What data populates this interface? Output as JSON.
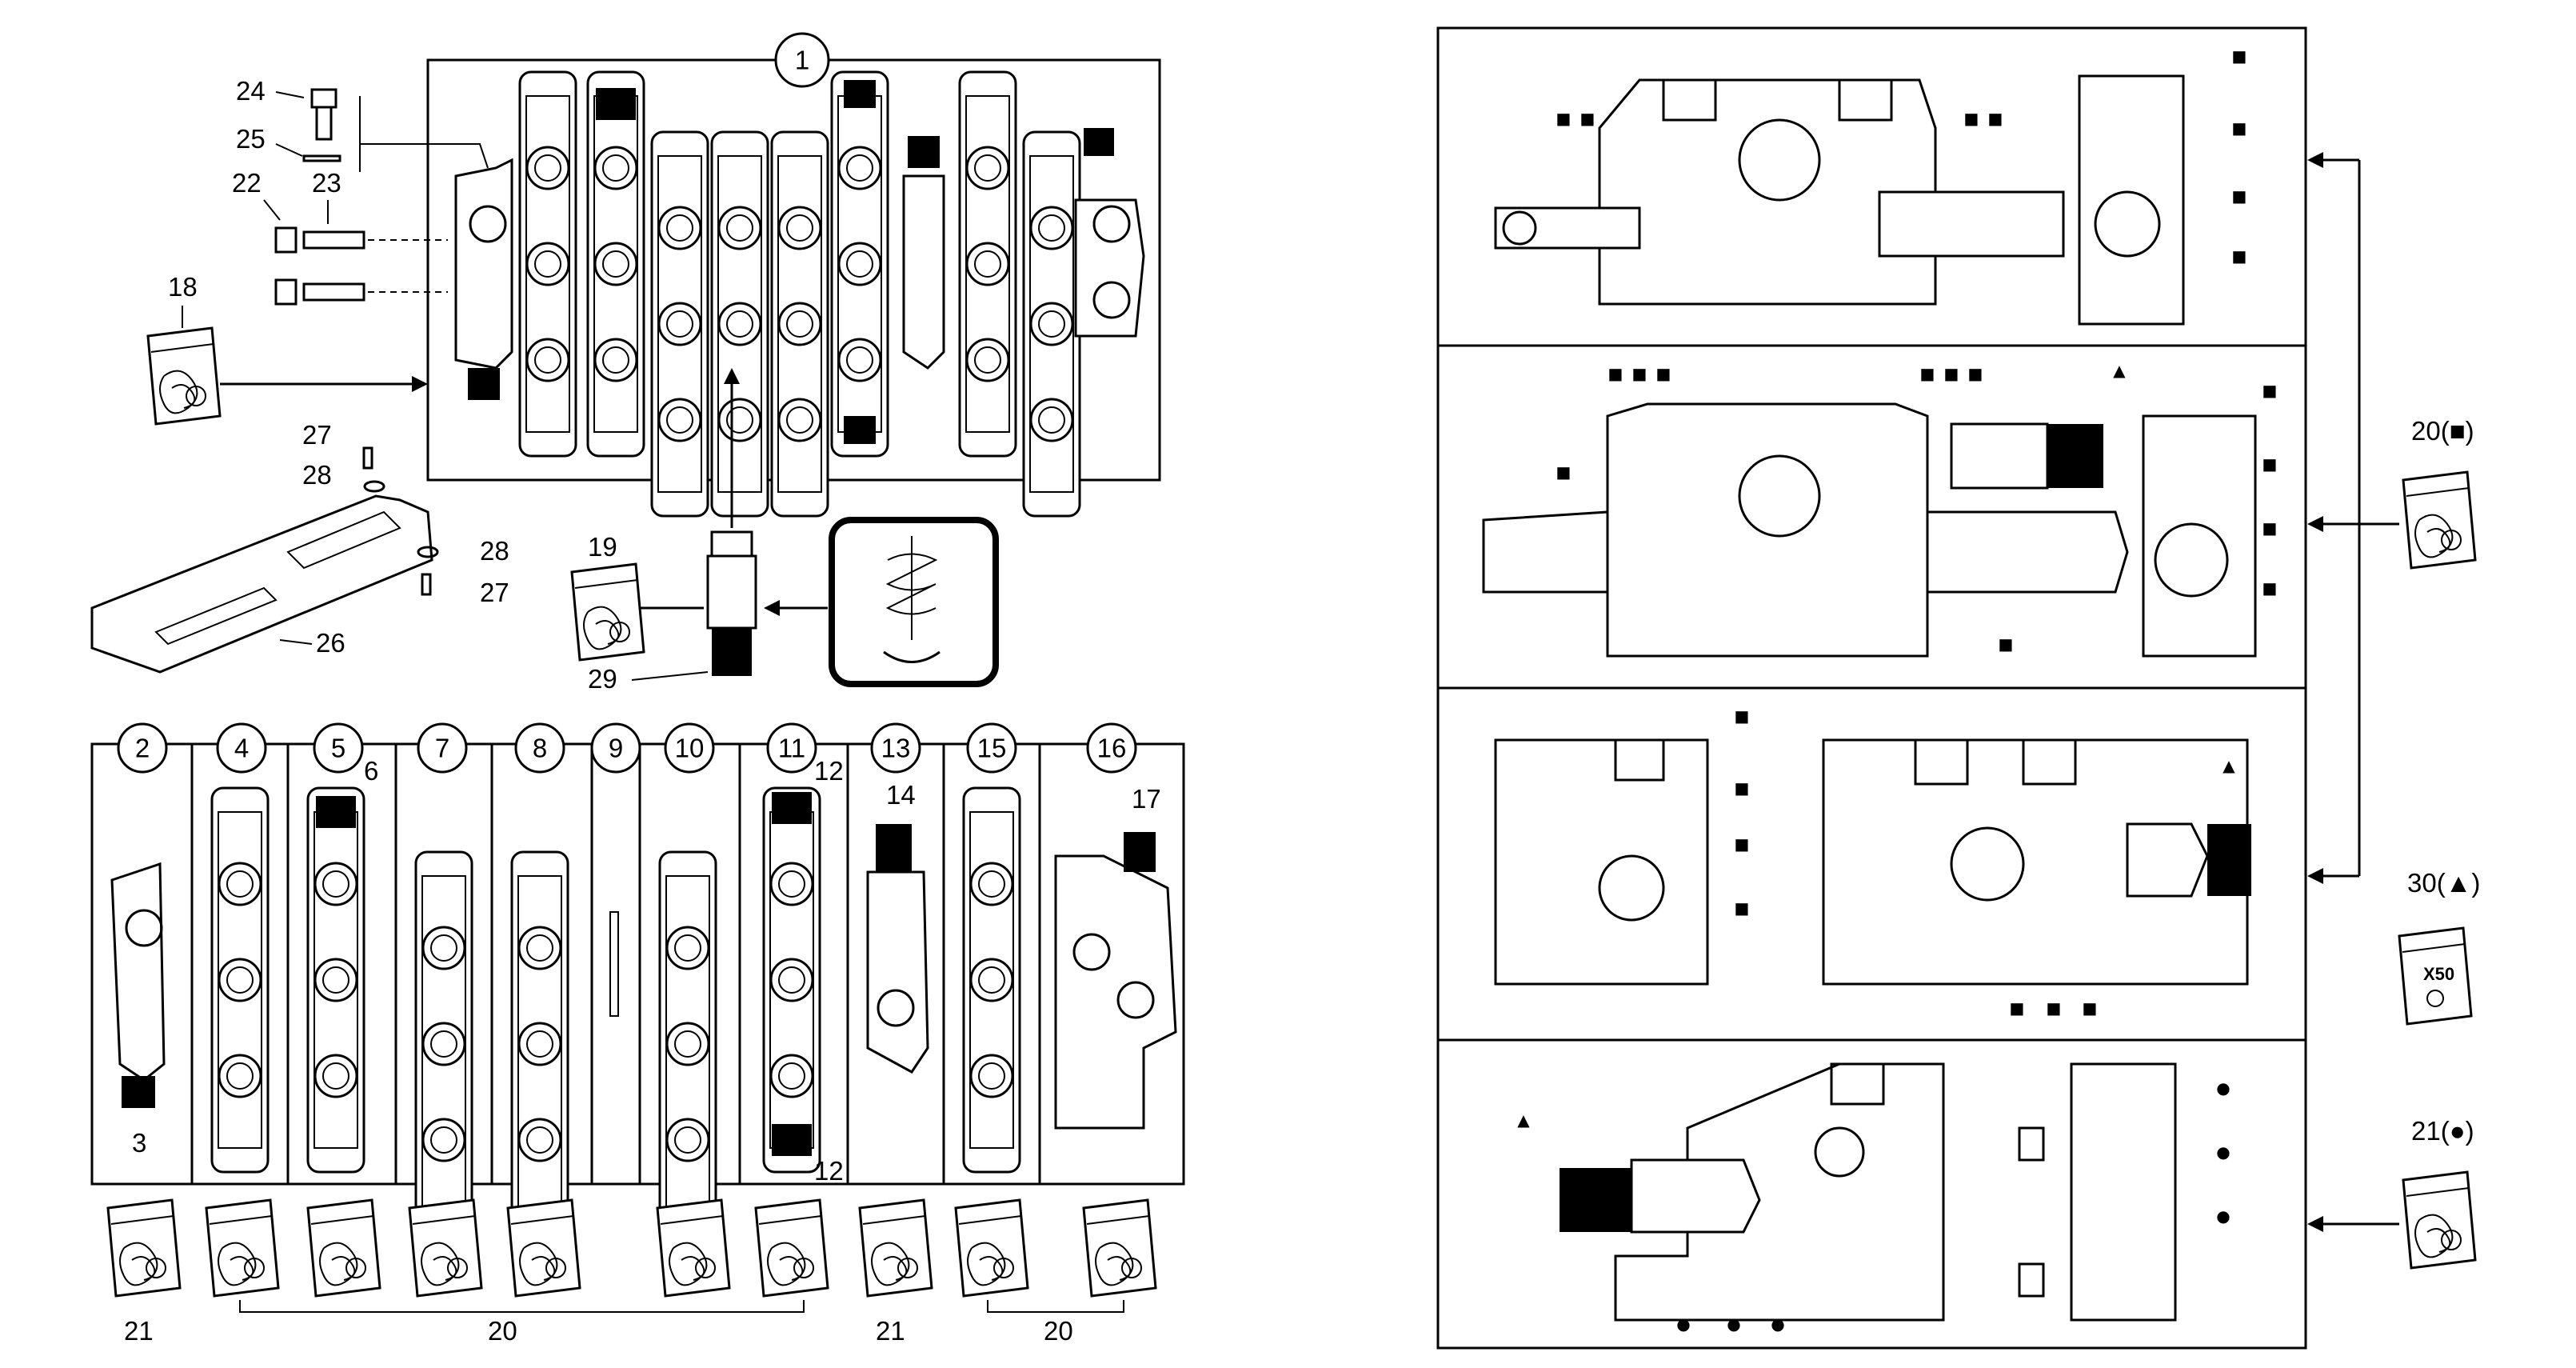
{
  "callouts": {
    "n1": "1",
    "n2": "2",
    "n3": "3",
    "n4": "4",
    "n5": "5",
    "n6": "6",
    "n7": "7",
    "n8": "8",
    "n9": "9",
    "n10": "10",
    "n11": "11",
    "n12": "12",
    "n13": "13",
    "n14": "14",
    "n15": "15",
    "n16": "16",
    "n17": "17",
    "n18": "18",
    "n19": "19",
    "n20": "20",
    "n21": "21",
    "n22": "22",
    "n23": "23",
    "n24": "24",
    "n25": "25",
    "n26": "26",
    "n27": "27",
    "n28": "28",
    "n29": "29"
  },
  "kits": {
    "square": "20(■)",
    "triangle": "30(▲)",
    "circle": "21(●)",
    "x50": "X50"
  },
  "markers": {
    "square": "■",
    "triangle": "▲",
    "circle": "●"
  }
}
